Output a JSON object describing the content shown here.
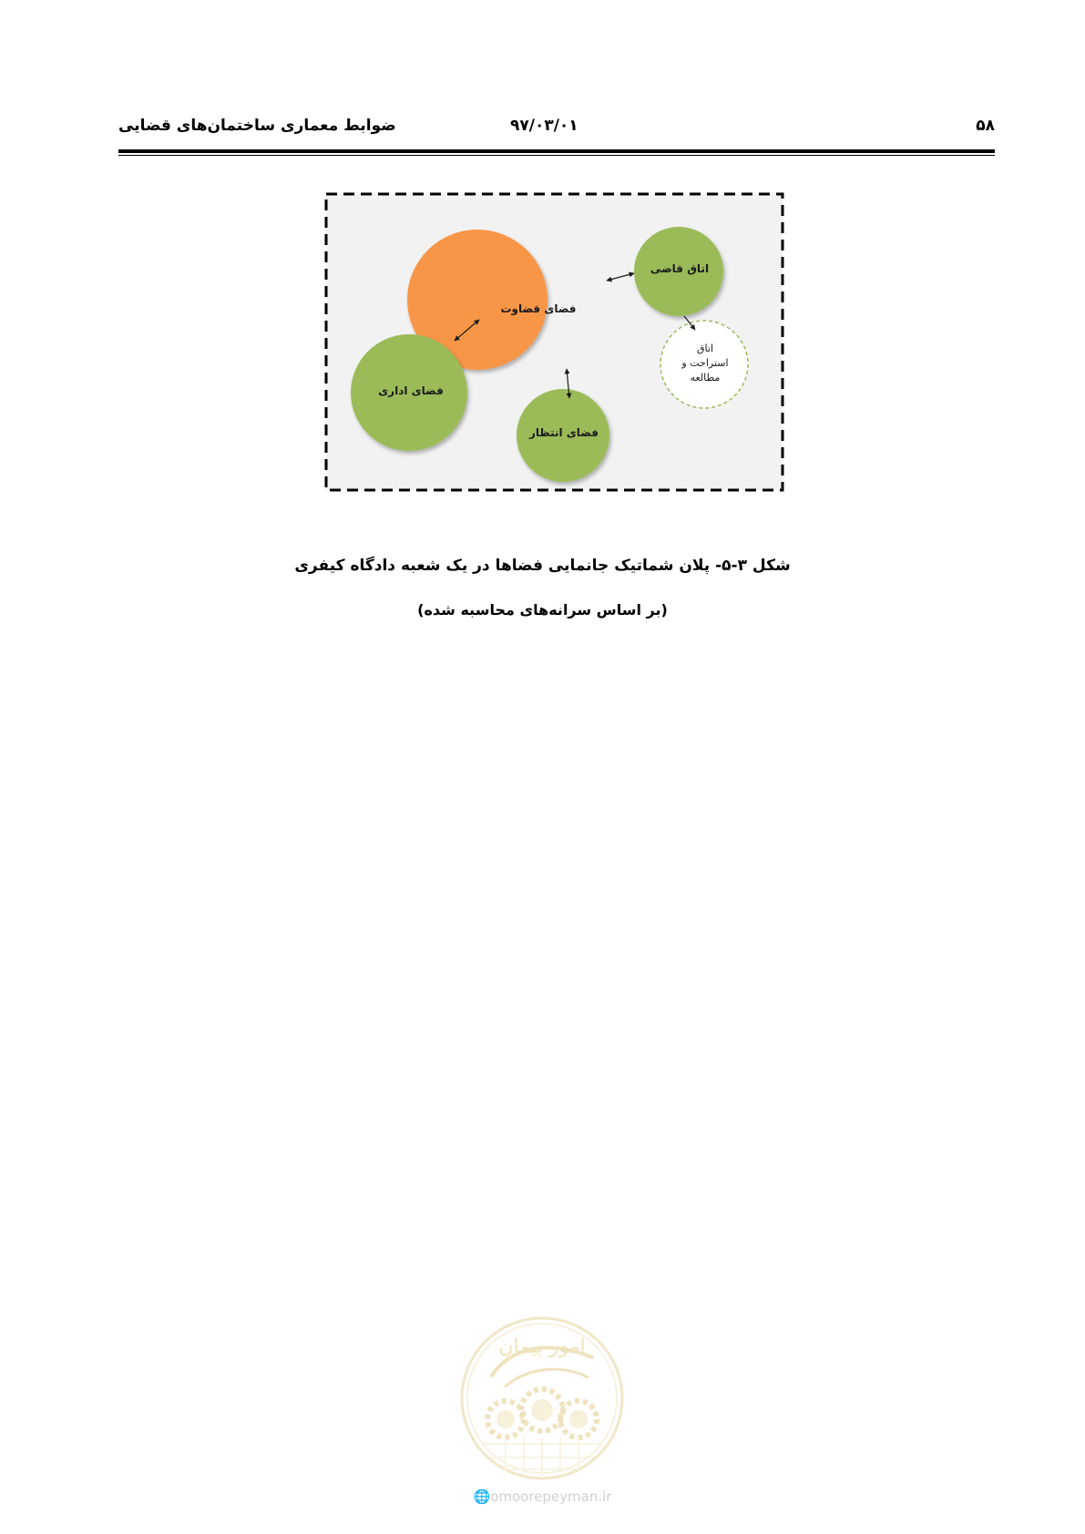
{
  "header": {
    "page_number": "۵۸",
    "date": "۹۷/۰۳/۰۱",
    "title": "ضوابط معماری ساختمان‌های قضایی"
  },
  "diagram": {
    "nodes": {
      "judgment_space": "فضای قضاوت",
      "judge_room": "اتاق قاضی",
      "rest_study": [
        "اتاق",
        "استراحت و",
        "مطالعه"
      ],
      "admin_space": "فضای اداری",
      "waiting_space": "فضای انتظار"
    },
    "colors": {
      "judgment": "#F79646",
      "others": "#9BBB59",
      "rest_border": "#9BBB59",
      "frame_bg": "#F2F2F2"
    }
  },
  "caption": {
    "line1": "شکل ۳-۵- پلان شماتیک جانمایی فضاها در یک شعبه دادگاه کیفری",
    "line2": "(بر اساس سرانه‌های محاسبه شده)"
  },
  "watermark": {
    "logo_text": "امور پیمان",
    "url": "omoorepeyman.ir"
  }
}
